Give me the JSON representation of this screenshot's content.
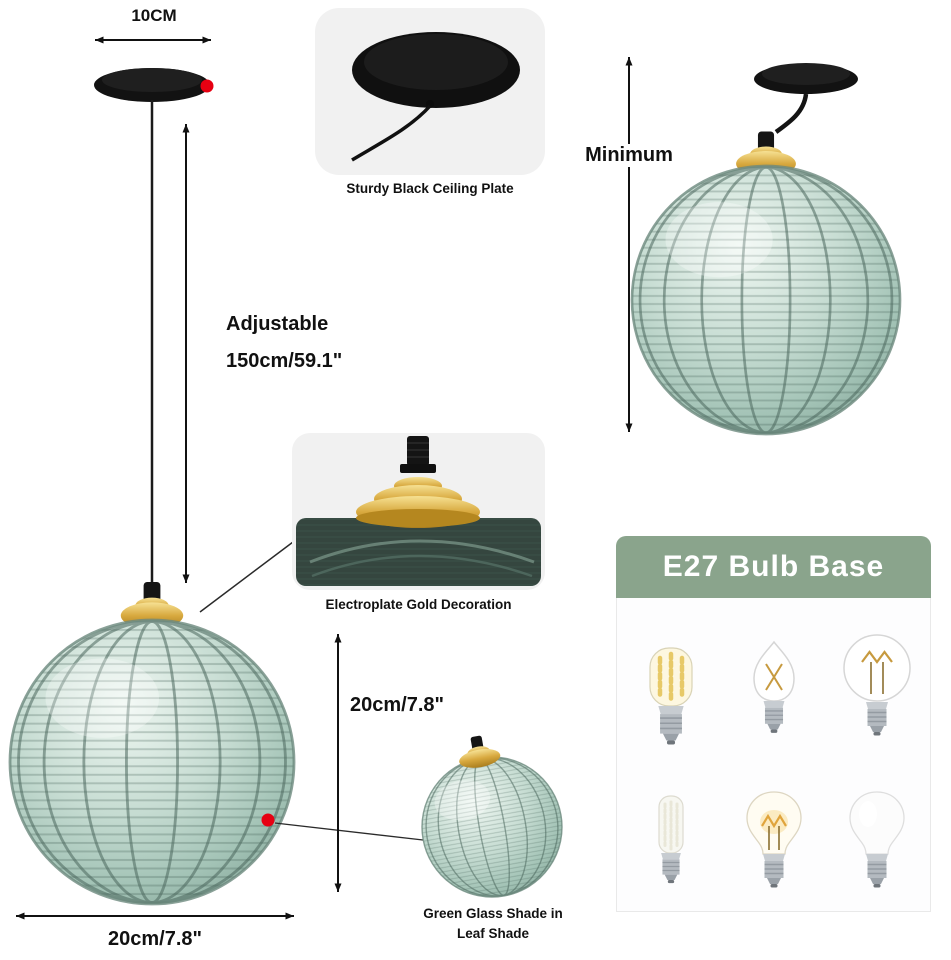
{
  "dimensions": {
    "plate_width": "10CM",
    "adjustable_label": "Adjustable",
    "adjustable_value": "150cm/59.1\"",
    "minimum_label": "Minimum",
    "shade_height": "20cm/7.8\"",
    "shade_width": "20cm/7.8\""
  },
  "callouts": {
    "plate_caption": "Sturdy Black Ceiling Plate",
    "gold_caption": "Electroplate Gold Decoration",
    "shade_caption_line1": "Green Glass Shade in",
    "shade_caption_line2": "Leaf Shade"
  },
  "bulb_panel": {
    "title": "E27 Bulb Base",
    "bulbs": [
      "corn-bulb",
      "candle-filament-bulb",
      "globe-filament-bulb",
      "stick-corn-bulb",
      "a19-filament-bulb",
      "a19-led-bulb"
    ]
  },
  "colors": {
    "accent_red": "#e60012",
    "panel_green": "#8aa48c",
    "glass_green": "#9dbfb2",
    "gold": "#d2a239",
    "plate_black": "#141414",
    "callout_bg": "#f1f1f1"
  }
}
